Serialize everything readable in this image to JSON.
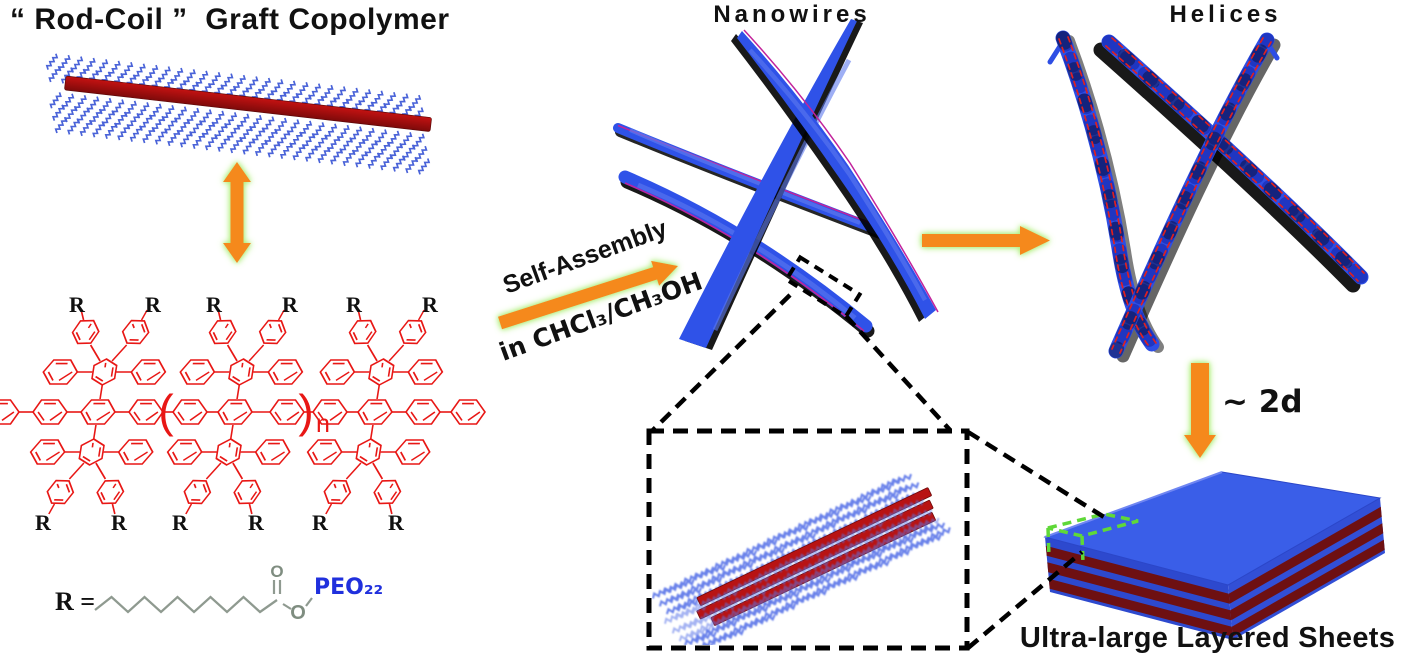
{
  "titles": {
    "copolymer": "“ Rod-Coil ”  Graft Copolymer",
    "nanowires": "Nanowires",
    "helices": "Helices",
    "sheets": "Ultra-large Layered Sheets"
  },
  "annotations": {
    "self_assembly": "Self-Assembly",
    "solvent": "in CHCl₃/CH₃OH",
    "time": "~ 2d"
  },
  "structure": {
    "r_label": "R",
    "paren_open": "(",
    "paren_close": ")",
    "repeat_subscript": "n"
  },
  "formula": {
    "r_equals": "R =",
    "carbonyl_o": "O",
    "ester_o": "O",
    "peo": "PEO₂₂"
  },
  "colors": {
    "arrow_orange": "#F5891C",
    "glow_green": "#A9EC72",
    "structure_red": "#E81715",
    "coil_blue": "#4A63D8",
    "rod_red": "#B01212",
    "wire_blue": "#2F52E8",
    "wire_highlight": "#5D79EE",
    "magenta_edge": "#C2239B",
    "helix_blue": "#2E4EE4",
    "helix_twist": "#0E1A9A",
    "helix_red_dash": "#E02020",
    "sheet_blue": "#3A5EE8",
    "sheet_face_blue": "#2D49CE",
    "layer_maroon": "#6E1012",
    "green_dash": "#5FD838",
    "chain_gray": "#8F9A90",
    "ester_o_gray": "#7F8D80",
    "peo_blue": "#2030DD",
    "text_black": "#111111"
  }
}
